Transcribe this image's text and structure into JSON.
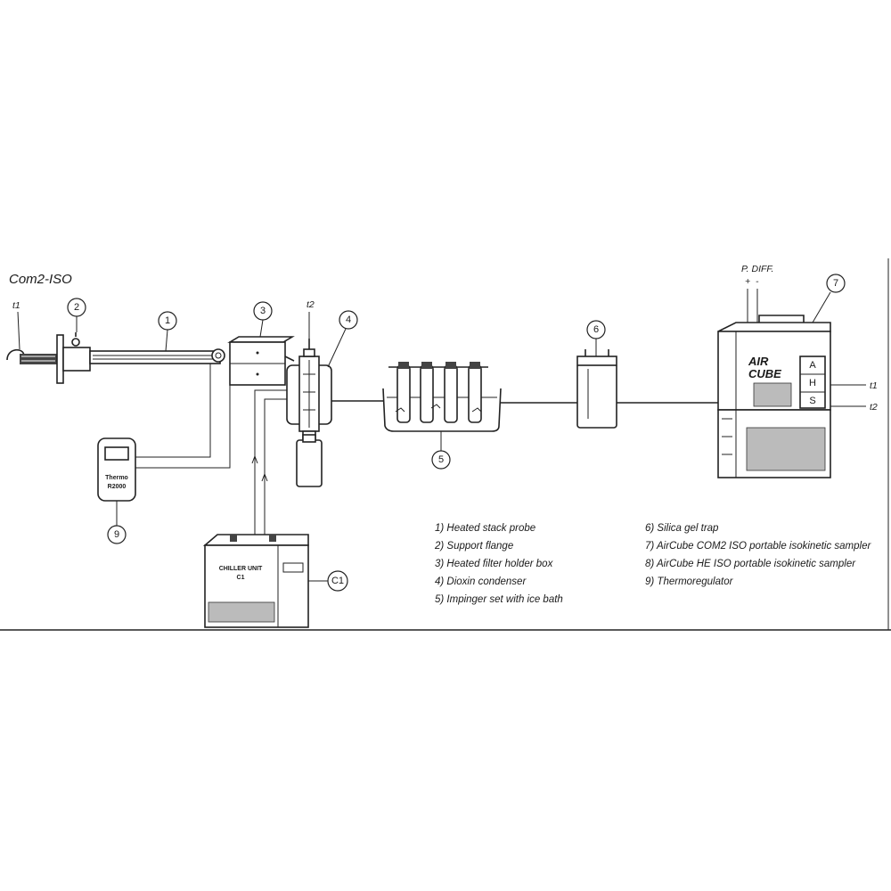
{
  "title": "Com2-ISO",
  "signals": {
    "t1_left": "t1",
    "t2_top": "t2",
    "t1_right": "t1",
    "t2_right": "t2",
    "pdiff": "P. DIFF.",
    "plus": "+",
    "minus": "-"
  },
  "callouts": {
    "c1": "1",
    "c2": "2",
    "c3": "3",
    "c4": "4",
    "c5": "5",
    "c6": "6",
    "c7": "7",
    "c9": "9",
    "cC1": "C1"
  },
  "device_labels": {
    "thermo": "Thermo",
    "thermo_model": "R2000",
    "chiller": "CHILLER UNIT",
    "chiller_sub": "C1",
    "brand_line1": "AIR",
    "brand_line2": "CUBE",
    "panel_a": "A",
    "panel_h": "H",
    "panel_s": "S"
  },
  "legend": [
    "1) Heated stack probe",
    "2) Support flange",
    "3) Heated filter holder box",
    "4) Dioxin condenser",
    "5) Impinger set with ice bath",
    "6) Silica gel trap",
    "7) AirCube COM2 ISO portable isokinetic sampler",
    "8) AirCube HE ISO portable isokinetic sampler",
    "9) Thermoregulator"
  ]
}
